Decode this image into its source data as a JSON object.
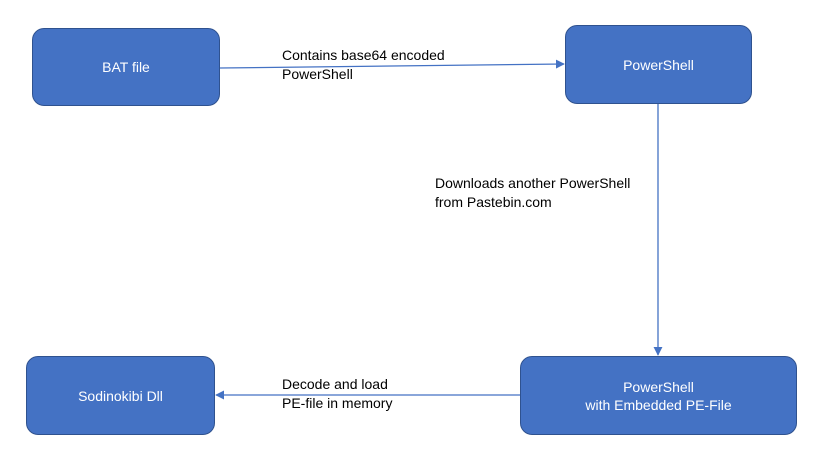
{
  "nodes": {
    "bat_file": {
      "label": "BAT file"
    },
    "powershell": {
      "label": "PowerShell"
    },
    "powershell_embedded": {
      "line1": "PowerShell",
      "line2": "with Embedded PE-File"
    },
    "sodinokibi": {
      "label": "Sodinokibi Dll"
    }
  },
  "edges": {
    "bat_to_ps": {
      "line1": "Contains base64 encoded",
      "line2": "PowerShell"
    },
    "ps_to_embedded": {
      "line1": "Downloads another PowerShell",
      "line2": "from Pastebin.com"
    },
    "embedded_to_dll": {
      "line1": "Decode and load",
      "line2": "PE-file in memory"
    }
  },
  "colors": {
    "node_fill": "#4472c4",
    "node_border": "#2f528f",
    "node_text": "#ffffff",
    "arrow": "#4472c4",
    "label_text": "#000000"
  }
}
